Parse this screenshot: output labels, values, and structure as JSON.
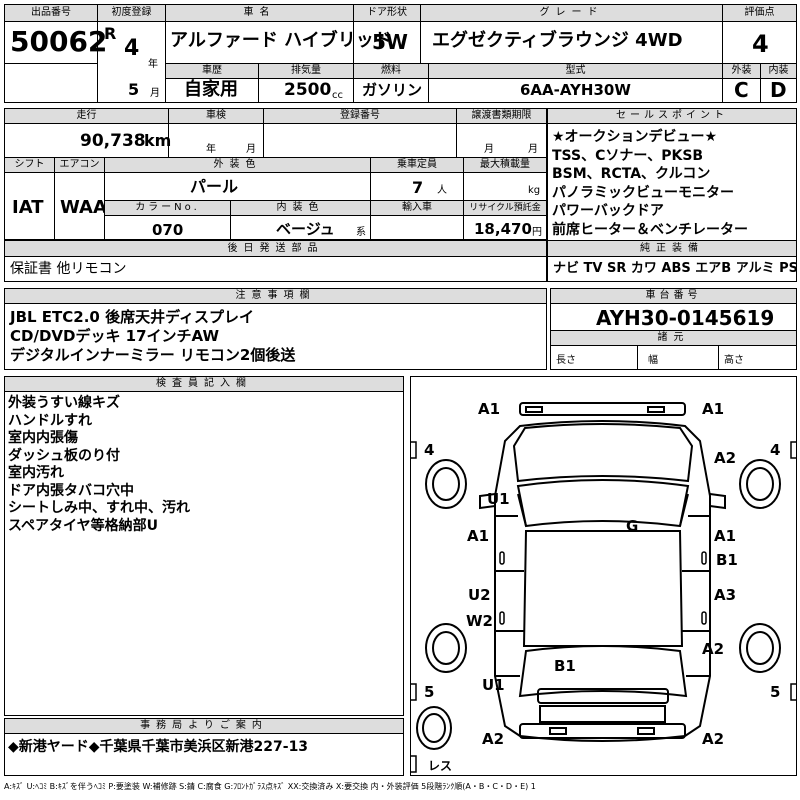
{
  "labels": {
    "lot_no": "出品番号",
    "first_reg": "初度登録",
    "car_name": "車名",
    "door": "ドア形状",
    "grade": "グレード",
    "eval": "評価点",
    "car_history": "車歴",
    "displacement": "排気量",
    "fuel": "燃料",
    "model": "型式",
    "exterior": "外装",
    "interior": "内装",
    "mileage": "走行",
    "inspection": "車検",
    "reg_no": "登録番号",
    "transfer_deadline": "譲渡書類期限",
    "sales_point": "セールスポイント",
    "shift": "シフト",
    "aircon": "エアコン",
    "ext_color": "外装色",
    "capacity": "乗車定員",
    "max_load": "最大積載量",
    "color_no": "カラーNo.",
    "int_color": "内装色",
    "import": "輸入車",
    "recycle": "リサイクル預託金",
    "later_items": "後日発送部品",
    "equipment": "純正装備",
    "notes": "注意事項欄",
    "chassis": "車台番号",
    "dimensions": "諸元",
    "length": "長さ",
    "width": "幅",
    "height": "高さ",
    "inspector": "検査員記入欄",
    "office": "事務局よりご案内",
    "year_unit": "年",
    "month_unit": "月",
    "cc": "cc",
    "km": "km",
    "persons": "人",
    "kg": "kg",
    "kei": "系",
    "yen": "円"
  },
  "values": {
    "lot_no": "50062",
    "era": "R",
    "reg_year": "4",
    "reg_month": "5",
    "car_name": "アルファード ハイブリッド",
    "door": "5W",
    "grade": "エグゼクティブラウンジ 4WD",
    "eval": "4",
    "car_history": "自家用",
    "displacement": "2500",
    "fuel": "ガソリン",
    "model": "6AA-AYH30W",
    "ext_score": "C",
    "int_score": "D",
    "mileage": "90,738",
    "shift": "IAT",
    "aircon": "WAA",
    "ext_color": "パール",
    "capacity": "7",
    "color_no": "070",
    "int_color": "ベージュ",
    "recycle": "18,470",
    "later_items": "保証書 他リモコン",
    "chassis": "AYH30-0145619"
  },
  "sales_points": [
    "★オークションデビュー★",
    "TSS、Cソナー、PKSB",
    "BSM、RCTA、クルコン",
    "パノラミックビューモニター",
    "パワーバックドア",
    "前席ヒーター＆ベンチレーター"
  ],
  "equipment_line": "ナビ TV SR カワ ABS エアB アルミ PS PW",
  "notes_lines": [
    "JBL ETC2.0 後席天井ディスプレイ",
    "CD/DVDデッキ 17インチAW",
    "デジタルインナーミラー リモコン2個後送"
  ],
  "inspector_lines": [
    "外装うすい線キズ",
    "ハンドルすれ",
    "室内内張傷",
    "ダッシュ板のり付",
    "室内汚れ",
    "ドア内張タバコ穴中",
    "シートしみ中、すれ中、汚れ",
    "スペアタイヤ等格納部U"
  ],
  "office_text": "◆新港ヤード◆千葉県千葉市美浜区新港227-13",
  "diagram": {
    "marks": {
      "a1_tl": "A1",
      "a1_tr": "A1",
      "tire_fl": "4",
      "tire_fr": "4",
      "a2_fr": "A2",
      "u1_left": "U1",
      "g_glass": "G",
      "a1_ld": "A1",
      "a1_rd": "A1",
      "b1_rd": "B1",
      "u2_lr": "U2",
      "w2_lr": "W2",
      "a3_rr": "A3",
      "a2_rq": "A2",
      "b1_rear": "B1",
      "u1_rear": "U1",
      "tire_rl": "5",
      "tire_rr": "5",
      "a2_bl": "A2",
      "a2_br": "A2",
      "spare": "レス"
    }
  },
  "legend": "A:ｷｽﾞ U:ﾍｺﾐ B:ｷｽﾞを伴うﾍｺﾐ P:要塗装 W:補修跡 S:錆 C:腐食 G:ﾌﾛﾝﾄｶﾞﾗｽ点ｷｽﾞ XX:交換済み X:要交換 内・外装評価 5段階ﾗﾝｸ順(A・B・C・D・E) 1"
}
